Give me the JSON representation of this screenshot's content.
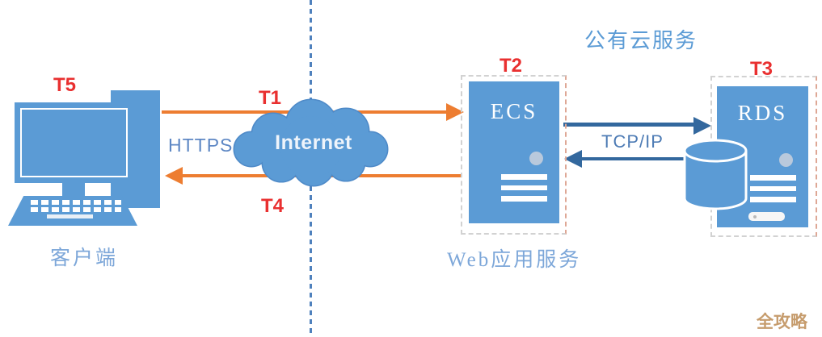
{
  "diagram": {
    "title": "公有云服务",
    "watermark": "全攻略",
    "client": {
      "tag": "T5",
      "label": "客户端"
    },
    "internet": {
      "label": "Internet"
    },
    "flows": {
      "t1": {
        "tag": "T1"
      },
      "t4": {
        "tag": "T4"
      },
      "https": {
        "label": "HTTPS"
      },
      "tcpip": {
        "label": "TCP/IP"
      }
    },
    "ecs": {
      "tag": "T2",
      "name": "ECS",
      "caption": "Web应用服务"
    },
    "rds": {
      "tag": "T3",
      "name": "RDS"
    },
    "colors": {
      "node_blue": "#5b9bd5",
      "arrow_orange": "#ed7d31",
      "arrow_dark_blue": "#33689e",
      "tag_red": "#e93030",
      "caption_blue": "#7da7d9",
      "https_blue": "#5d87c4",
      "tcpip_blue": "#4e7cb5",
      "divider_blue": "#4f81bd",
      "watermark_tan": "#c69c6d"
    }
  }
}
